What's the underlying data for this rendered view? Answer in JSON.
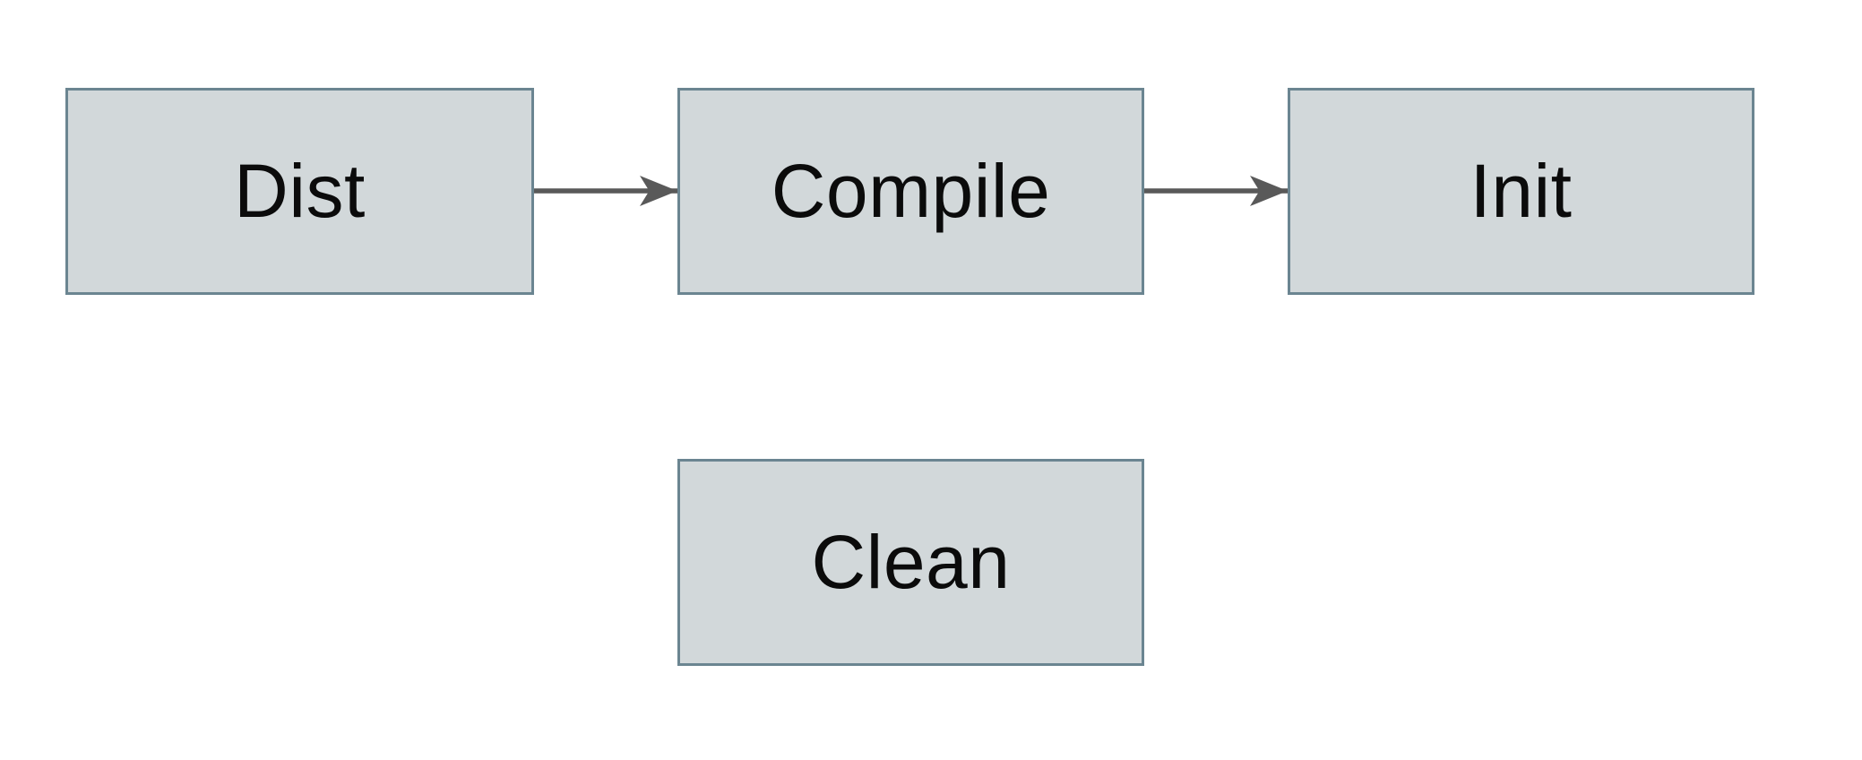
{
  "diagram": {
    "title": "build-targets-flowchart",
    "colors": {
      "background": "#ffffff",
      "node_fill": "#d2d8da",
      "node_border": "#6b8591",
      "arrow": "#595959",
      "text": "#0b0b0b"
    },
    "nodes": [
      {
        "id": "dist",
        "label": "Dist"
      },
      {
        "id": "compile",
        "label": "Compile"
      },
      {
        "id": "init",
        "label": "Init"
      },
      {
        "id": "clean",
        "label": "Clean"
      }
    ],
    "edges": [
      {
        "from": "dist",
        "to": "compile",
        "style": "arrow"
      },
      {
        "from": "compile",
        "to": "init",
        "style": "arrow"
      }
    ]
  }
}
